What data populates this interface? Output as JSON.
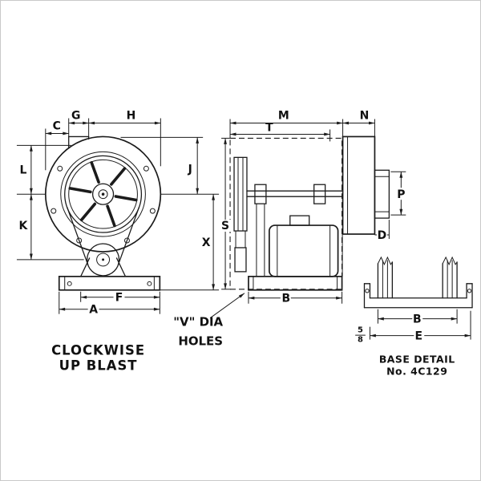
{
  "labels": {
    "front": {
      "c": "C",
      "g": "G",
      "h": "H",
      "l": "L",
      "k": "K",
      "j": "J",
      "x": "X",
      "f": "F",
      "a": "A"
    },
    "side": {
      "m": "M",
      "t": "T",
      "n": "N",
      "s": "S",
      "b": "B",
      "p": "P",
      "d": "D"
    },
    "base": {
      "b": "B",
      "e": "E",
      "frac_num": "5",
      "frac_den": "8",
      "title1": "BASE DETAIL",
      "title2": "No. 4C129"
    },
    "notes": {
      "rotation1": "CLOCKWISE",
      "rotation2": "UP BLAST",
      "holes1": "\"V\" DIA",
      "holes2": "HOLES"
    }
  }
}
